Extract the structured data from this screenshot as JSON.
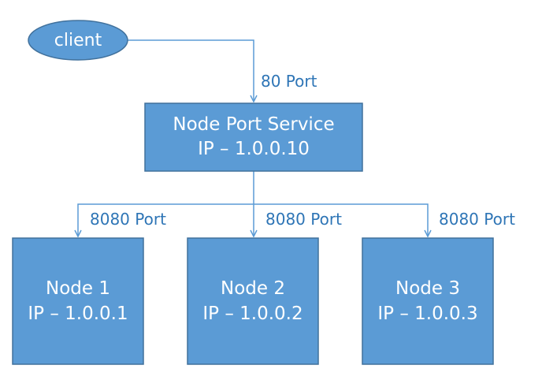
{
  "client": {
    "label": "client"
  },
  "edges": {
    "client_to_service": "80 Port",
    "service_to_node1": "8080 Port",
    "service_to_node2": "8080 Port",
    "service_to_node3": "8080 Port"
  },
  "service": {
    "name": "Node Port Service",
    "ip": "IP – 1.0.0.10"
  },
  "nodes": [
    {
      "name": "Node 1",
      "ip": "IP – 1.0.0.1"
    },
    {
      "name": "Node 2",
      "ip": "IP – 1.0.0.2"
    },
    {
      "name": "Node 3",
      "ip": "IP – 1.0.0.3"
    }
  ],
  "colors": {
    "shape_fill": "#5b9bd5",
    "shape_stroke": "#41719c",
    "connector": "#5b9bd5",
    "label_text": "#2e75b6",
    "shape_text": "#ffffff"
  }
}
